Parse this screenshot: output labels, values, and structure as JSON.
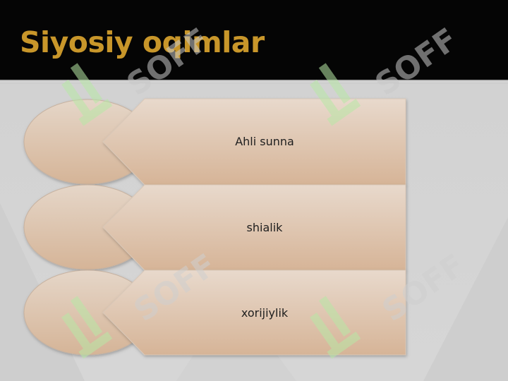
{
  "slide": {
    "title": "Siyosiy oqimlar"
  },
  "items": [
    {
      "label": "Ahli sunna"
    },
    {
      "label": "shialik"
    },
    {
      "label": "xorijiylik"
    }
  ],
  "colors": {
    "title_bar": "#050505",
    "title_text": "#c8962a",
    "background": "#d3d3d3",
    "shape_light": "#e4d4c6",
    "shape_dark": "#d9b89b",
    "watermark_green": "#b8e8a6",
    "watermark_grey": "#c9c9c9"
  },
  "watermark": {
    "text": "SOFF",
    "icon": "soff-logo-icon"
  }
}
